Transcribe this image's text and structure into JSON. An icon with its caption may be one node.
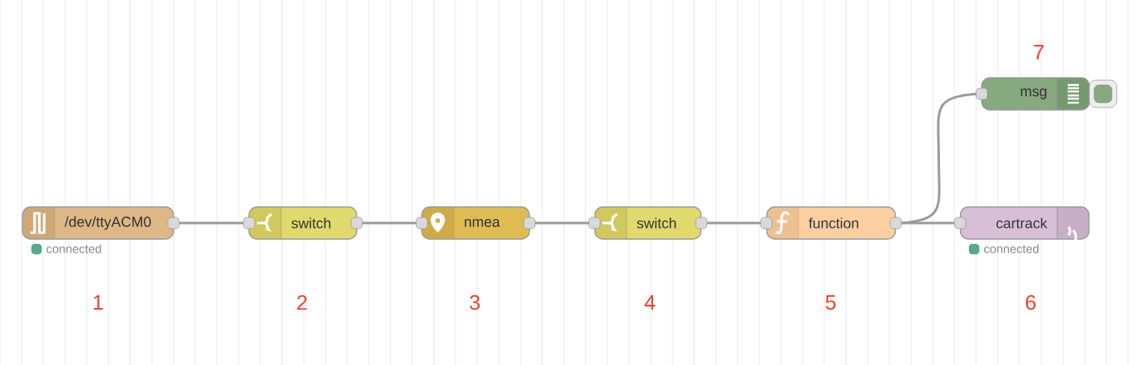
{
  "diagram": {
    "nodes": [
      {
        "text": [
          "/dev/ttyACM0"
        ],
        "beside": [
          "connected"
        ]
      },
      {
        "text": [
          "switch"
        ]
      },
      {
        "text": [
          "nmea"
        ]
      },
      {
        "text": [
          "switch"
        ]
      },
      {
        "text": [
          "function"
        ]
      },
      {
        "text": [
          "cartrack"
        ],
        "beside": [
          "connected"
        ]
      },
      {
        "text": [
          "msg"
        ]
      }
    ],
    "edges": [
      {
        "from": 0,
        "to": 1,
        "arrow": "none"
      },
      {
        "from": 1,
        "to": 2,
        "arrow": "none"
      },
      {
        "from": 2,
        "to": 3,
        "arrow": "none"
      },
      {
        "from": 3,
        "to": 4,
        "arrow": "none"
      },
      {
        "from": 4,
        "to": 6,
        "arrow": "none"
      },
      {
        "from": 4,
        "to": 5,
        "arrow": "none"
      }
    ],
    "labels": [
      "7",
      "1",
      "2",
      "3",
      "4",
      "5",
      "6"
    ]
  }
}
